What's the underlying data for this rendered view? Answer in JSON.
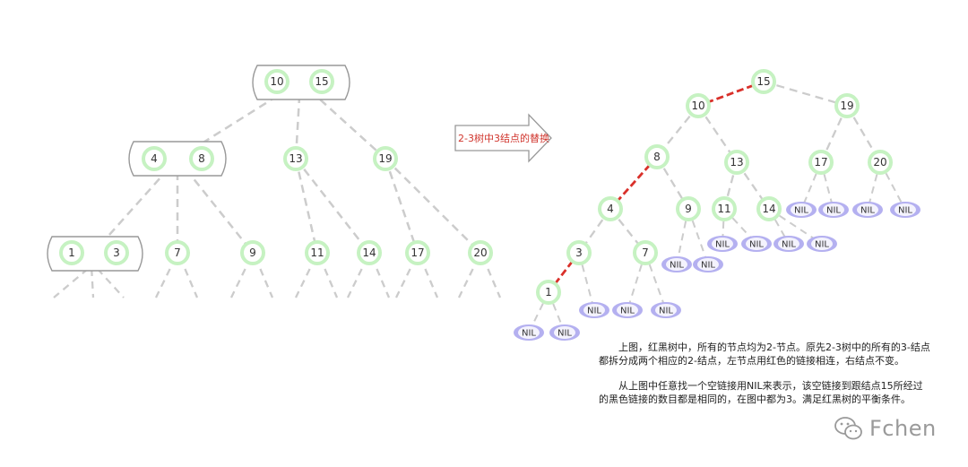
{
  "colors": {
    "node_stroke": "#c6f2c2",
    "node_fill": "#ffffff",
    "edge": "#cccccc",
    "red_edge": "#d9302a",
    "nil_fill": "#b4b0f0",
    "box_stroke": "#999999",
    "arrow_stroke": "#999999",
    "arrow_label": "#d0342c"
  },
  "arrow": {
    "label": "2-3树中3结点的替换"
  },
  "nil_label": "NIL",
  "tree23": {
    "nodes": [
      {
        "id": "r",
        "keys": [
          "10",
          "15"
        ]
      },
      {
        "id": "a",
        "keys": [
          "4",
          "8"
        ]
      },
      {
        "id": "b",
        "keys": [
          "13"
        ]
      },
      {
        "id": "c",
        "keys": [
          "19"
        ]
      },
      {
        "id": "d",
        "keys": [
          "1",
          "3"
        ]
      },
      {
        "id": "e",
        "keys": [
          "7"
        ]
      },
      {
        "id": "f",
        "keys": [
          "9"
        ]
      },
      {
        "id": "g",
        "keys": [
          "11"
        ]
      },
      {
        "id": "h",
        "keys": [
          "14"
        ]
      },
      {
        "id": "i",
        "keys": [
          "17"
        ]
      },
      {
        "id": "j",
        "keys": [
          "20"
        ]
      }
    ],
    "edges": [
      [
        "r",
        "a"
      ],
      [
        "r",
        "b"
      ],
      [
        "r",
        "c"
      ],
      [
        "a",
        "d"
      ],
      [
        "a",
        "e"
      ],
      [
        "a",
        "f"
      ],
      [
        "b",
        "g"
      ],
      [
        "b",
        "h"
      ],
      [
        "c",
        "i"
      ],
      [
        "c",
        "j"
      ]
    ]
  },
  "rbtree": {
    "nodes": [
      {
        "id": "n15",
        "key": "15"
      },
      {
        "id": "n10",
        "key": "10"
      },
      {
        "id": "n19",
        "key": "19"
      },
      {
        "id": "n8",
        "key": "8"
      },
      {
        "id": "n13",
        "key": "13"
      },
      {
        "id": "n17",
        "key": "17"
      },
      {
        "id": "n20",
        "key": "20"
      },
      {
        "id": "n4",
        "key": "4"
      },
      {
        "id": "n9",
        "key": "9"
      },
      {
        "id": "n11",
        "key": "11"
      },
      {
        "id": "n14",
        "key": "14"
      },
      {
        "id": "n3",
        "key": "3"
      },
      {
        "id": "n7",
        "key": "7"
      },
      {
        "id": "n1",
        "key": "1"
      }
    ],
    "edges": [
      [
        "n15",
        "n10",
        "red"
      ],
      [
        "n15",
        "n19",
        "black"
      ],
      [
        "n10",
        "n8",
        "black"
      ],
      [
        "n10",
        "n13",
        "black"
      ],
      [
        "n19",
        "n17",
        "black"
      ],
      [
        "n19",
        "n20",
        "black"
      ],
      [
        "n8",
        "n4",
        "red"
      ],
      [
        "n8",
        "n9",
        "black"
      ],
      [
        "n13",
        "n11",
        "black"
      ],
      [
        "n13",
        "n14",
        "black"
      ],
      [
        "n4",
        "n3",
        "black"
      ],
      [
        "n4",
        "n7",
        "black"
      ],
      [
        "n3",
        "n1",
        "red"
      ]
    ],
    "nils": [
      "n1",
      "n1",
      "n3",
      "n7",
      "n7",
      "n9",
      "n9",
      "n11",
      "n11",
      "n14",
      "n14",
      "n17",
      "n17",
      "n20",
      "n20"
    ]
  },
  "caption": {
    "p1": "上图，红黑树中，所有的节点均为2-节点。原先2-3树中的所有的3-结点都拆分成两个相应的2-结点，左节点用红色的链接相连，右结点不变。",
    "p2": "从上图中任意找一个空链接用NIL来表示，该空链接到跟结点15所经过的黑色链接的数目都是相同的，在图中都为3。满足红黑树的平衡条件。"
  },
  "watermark": {
    "text": "Fchen",
    "icon": "wechat-icon"
  }
}
